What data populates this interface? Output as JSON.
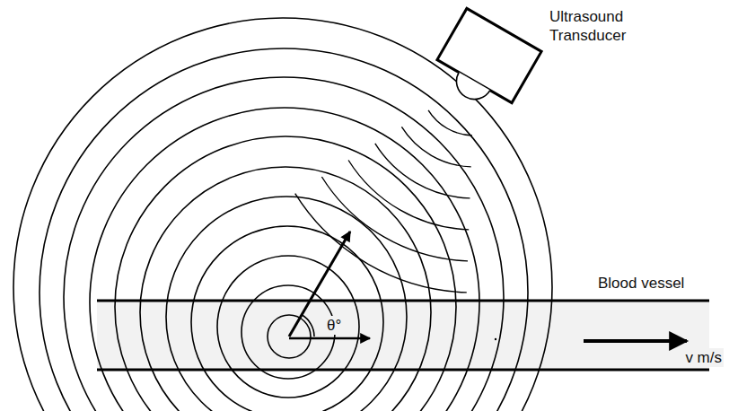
{
  "diagram": {
    "labels": [
      "Ultrasound Transducer",
      "Blood vessel",
      "v m/s",
      "θ°"
    ]
  }
}
